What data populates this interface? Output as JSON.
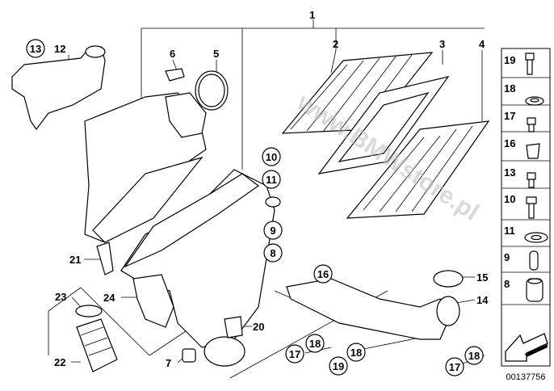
{
  "watermark": "www.BMWstore.pl",
  "diagram_number": "00137756",
  "callouts": {
    "c1": "1",
    "c2": "2",
    "c3": "3",
    "c4": "4",
    "c5": "5",
    "c6": "6",
    "c7": "7",
    "c8": "8",
    "c9": "9",
    "c10": "10",
    "c11": "11",
    "c12": "12",
    "c13": "13",
    "c14": "14",
    "c15": "15",
    "c16": "16",
    "c17a": "17",
    "c17b": "17",
    "c18a": "18",
    "c18b": "18",
    "c18c": "18",
    "c19": "19",
    "c20": "20",
    "c21": "21",
    "c22": "22",
    "c23": "23",
    "c24": "24"
  },
  "legend": [
    "19",
    "18",
    "17",
    "16",
    "13",
    "10",
    "11",
    "9",
    "8"
  ]
}
